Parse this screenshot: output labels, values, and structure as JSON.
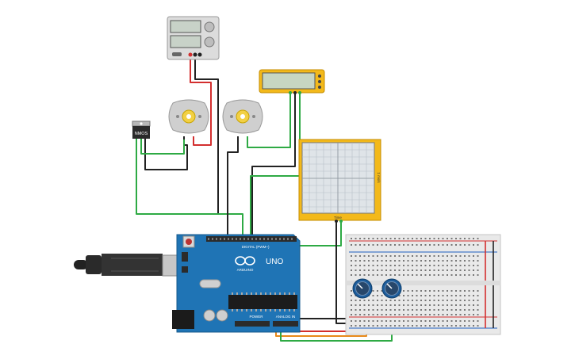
{
  "components": {
    "power_supply": {
      "icon": "power-supply-icon"
    },
    "lcd": {
      "icon": "lcd-display-icon"
    },
    "motor_left": {
      "icon": "dc-motor-icon"
    },
    "motor_right": {
      "icon": "dc-motor-icon"
    },
    "mosfet": {
      "label": "NMOS",
      "icon": "transistor-icon"
    },
    "oscilloscope": {
      "side_label": "1 ms/s",
      "bottom_label": "Time",
      "icon": "oscilloscope-icon"
    },
    "arduino": {
      "model": "UNO",
      "brand": "ARDUINO",
      "digital_label": "DIGITAL (PWM~)",
      "power_label": "POWER",
      "analog_label": "ANALOG IN",
      "icon": "arduino-logo-icon"
    },
    "usb_cable": {
      "icon": "usb-plug-icon"
    },
    "breadboard": {
      "icon": "breadboard-icon"
    },
    "potentiometers": {
      "count": 2,
      "icon": "potentiometer-icon"
    }
  },
  "colors": {
    "wire_red": "#d32f2f",
    "wire_black": "#222222",
    "wire_green": "#2eaa44",
    "wire_orange": "#e8891a",
    "arduino_blue": "#1f74b5",
    "instrument_yellow": "#f3b91a",
    "pot_blue": "#1d5d9c"
  }
}
